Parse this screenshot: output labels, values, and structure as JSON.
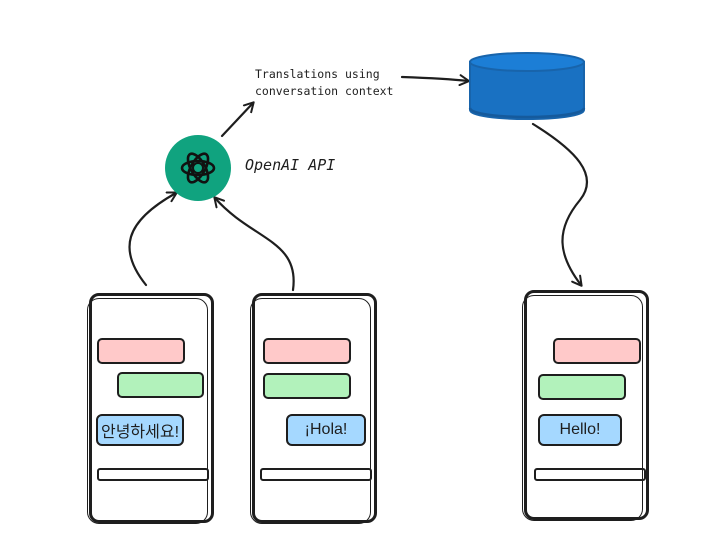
{
  "labels": {
    "translations_line1": "Translations using",
    "translations_line2": "conversation context",
    "openai_api": "OpenAI API"
  },
  "phones": [
    {
      "bubble_text": "안녕하세요!"
    },
    {
      "bubble_text": "¡Hola!"
    },
    {
      "bubble_text": "Hello!"
    }
  ],
  "icons": {
    "openai": "openai-logo-icon",
    "database": "database-icon"
  },
  "colors": {
    "openai_green": "#10a37f",
    "database_blue": "#1971c2",
    "bar_pink": "#ffc9c9",
    "bar_green": "#b2f2bb",
    "bubble_blue": "#a5d8ff",
    "stroke": "#1e1e1e"
  }
}
